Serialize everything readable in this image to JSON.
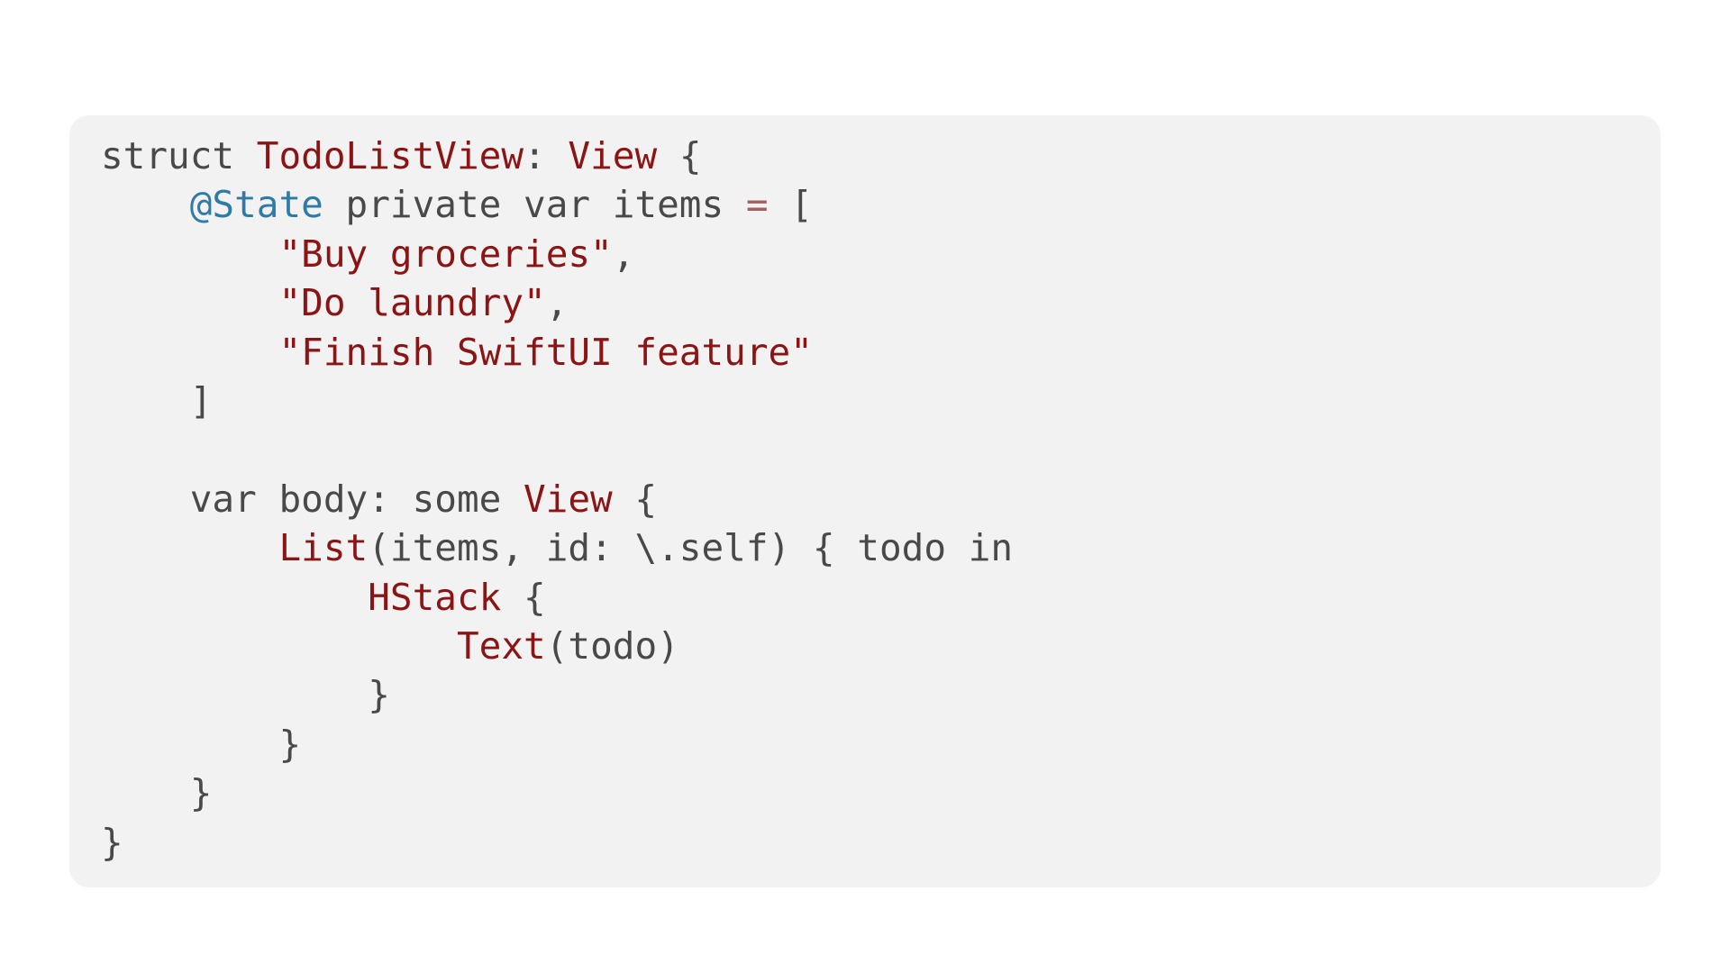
{
  "page": {
    "background": "#ffffff"
  },
  "code_block": {
    "language": "swift",
    "background": "#f2f2f2",
    "colors": {
      "plain": "#48494b",
      "type": "#8b1414",
      "string": "#8b1414",
      "attribute": "#2e7ba6",
      "operator": "#a06060"
    },
    "lines": [
      {
        "tokens": [
          {
            "t": "plain",
            "text": "struct "
          },
          {
            "t": "type",
            "text": "TodoListView"
          },
          {
            "t": "plain",
            "text": ": "
          },
          {
            "t": "type",
            "text": "View"
          },
          {
            "t": "plain",
            "text": " {"
          }
        ]
      },
      {
        "tokens": [
          {
            "t": "plain",
            "text": "    "
          },
          {
            "t": "attribute",
            "text": "@State"
          },
          {
            "t": "plain",
            "text": " private var items "
          },
          {
            "t": "operator",
            "text": "="
          },
          {
            "t": "plain",
            "text": " ["
          }
        ]
      },
      {
        "tokens": [
          {
            "t": "plain",
            "text": "        "
          },
          {
            "t": "string",
            "text": "\"Buy groceries\""
          },
          {
            "t": "plain",
            "text": ","
          }
        ]
      },
      {
        "tokens": [
          {
            "t": "plain",
            "text": "        "
          },
          {
            "t": "string",
            "text": "\"Do laundry\""
          },
          {
            "t": "plain",
            "text": ","
          }
        ]
      },
      {
        "tokens": [
          {
            "t": "plain",
            "text": "        "
          },
          {
            "t": "string",
            "text": "\"Finish SwiftUI feature\""
          }
        ]
      },
      {
        "tokens": [
          {
            "t": "plain",
            "text": "    ]"
          }
        ]
      },
      {
        "tokens": []
      },
      {
        "tokens": [
          {
            "t": "plain",
            "text": "    var body: some "
          },
          {
            "t": "type",
            "text": "View"
          },
          {
            "t": "plain",
            "text": " {"
          }
        ]
      },
      {
        "tokens": [
          {
            "t": "plain",
            "text": "        "
          },
          {
            "t": "type",
            "text": "List"
          },
          {
            "t": "plain",
            "text": "(items, id: \\.self) { todo in"
          }
        ]
      },
      {
        "tokens": [
          {
            "t": "plain",
            "text": "            "
          },
          {
            "t": "type",
            "text": "HStack"
          },
          {
            "t": "plain",
            "text": " {"
          }
        ]
      },
      {
        "tokens": [
          {
            "t": "plain",
            "text": "                "
          },
          {
            "t": "type",
            "text": "Text"
          },
          {
            "t": "plain",
            "text": "(todo)"
          }
        ]
      },
      {
        "tokens": [
          {
            "t": "plain",
            "text": "            }"
          }
        ]
      },
      {
        "tokens": [
          {
            "t": "plain",
            "text": "        }"
          }
        ]
      },
      {
        "tokens": [
          {
            "t": "plain",
            "text": "    }"
          }
        ]
      },
      {
        "tokens": [
          {
            "t": "plain",
            "text": "}"
          }
        ]
      }
    ]
  }
}
